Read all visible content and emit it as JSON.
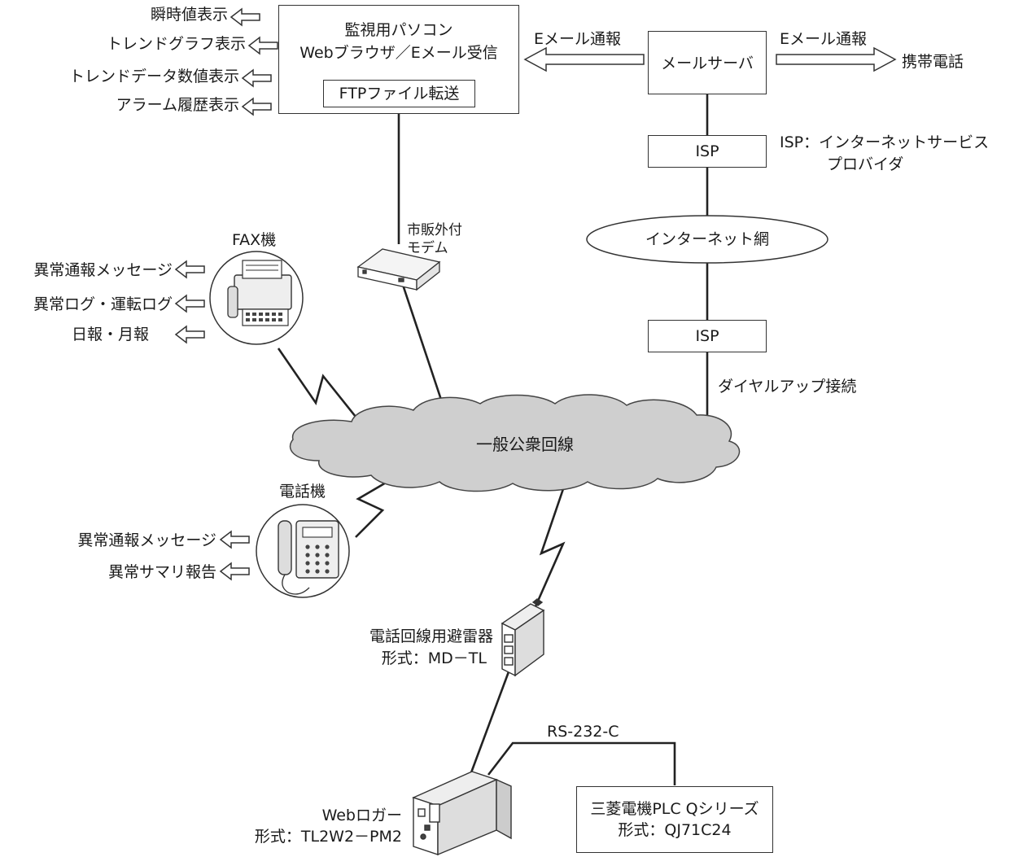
{
  "monitor_pc": {
    "title": "監視用パソコン",
    "subtitle": "Webブラウザ／Eメール受信",
    "ftp": "FTPファイル転送",
    "outputs": [
      "瞬時値表示",
      "トレンドグラフ表示",
      "トレンドデータ数値表示",
      "アラーム履歴表示"
    ]
  },
  "email_left": "Eメール通報",
  "email_right": "Eメール通報",
  "mail_server": "メールサーバ",
  "mobile_phone": "携帯電話",
  "isp_top": "ISP",
  "isp_note": {
    "line1": "ISP：インターネットサービス",
    "line2": "プロバイダ"
  },
  "internet": "インターネット網",
  "isp_bottom": "ISP",
  "dialup": "ダイヤルアップ接続",
  "modem": {
    "line1": "市販外付",
    "line2": "モデム"
  },
  "fax": {
    "title": "FAX機",
    "outputs": [
      "異常通報メッセージ",
      "異常ログ・運転ログ",
      "日報・月報"
    ]
  },
  "public_line": "一般公衆回線",
  "telephone": {
    "title": "電話機",
    "outputs": [
      "異常通報メッセージ",
      "異常サマリ報告"
    ]
  },
  "arrester": {
    "line1": "電話回線用避雷器",
    "line2": "形式：MD－TL"
  },
  "rs232c": "RS-232-C",
  "web_logger": {
    "line1": "Webロガー",
    "line2": "形式：TL2W2－PM2"
  },
  "plc": {
    "line1": "三菱電機PLC Qシリーズ",
    "line2": "形式：QJ71C24"
  }
}
